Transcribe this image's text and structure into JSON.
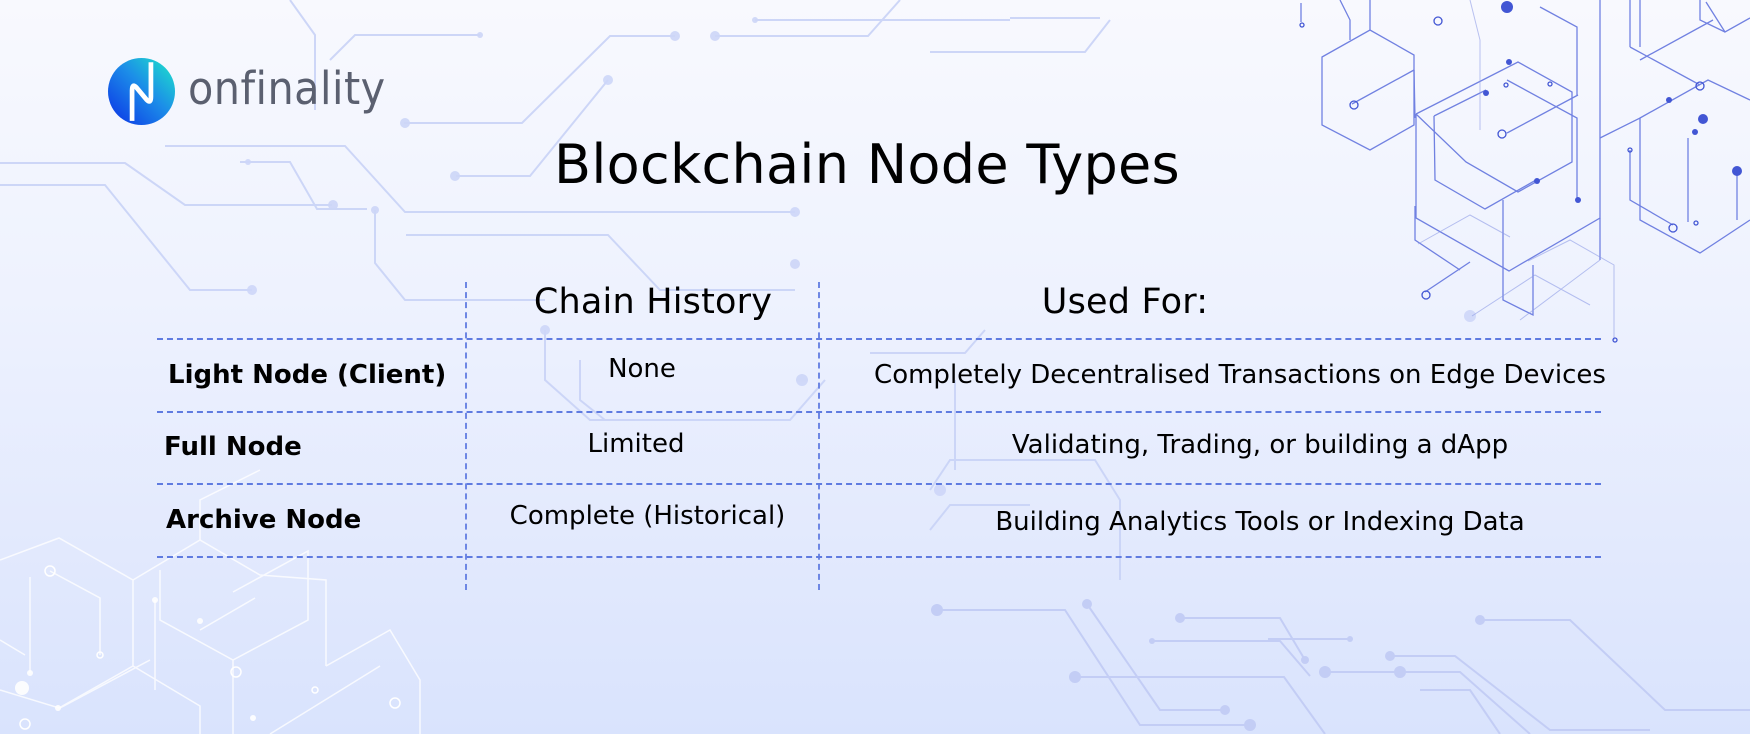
{
  "brand": {
    "name": "onfinality",
    "logo_icon": "onfinality-n-logo",
    "gradient_colors": [
      "#1ee8c8",
      "#0b2fe6"
    ],
    "text_color": "#5b6070"
  },
  "title": "Blockchain Node Types",
  "table": {
    "headers": {
      "row_label": "",
      "chain_history": "Chain History",
      "used_for": "Used For:"
    },
    "rows": [
      {
        "node_type": "Light Node (Client)",
        "chain_history": "None",
        "used_for": "Completely Decentralised Transactions on Edge Devices"
      },
      {
        "node_type": "Full Node",
        "chain_history": "Limited",
        "used_for": "Validating, Trading, or building a dApp"
      },
      {
        "node_type": "Archive Node",
        "chain_history": "Complete (Historical)",
        "used_for": "Building Analytics Tools or Indexing Data"
      }
    ],
    "line_color": "#5f7be0"
  },
  "colors": {
    "background_top": "#f8f9fe",
    "background_bottom": "#d9e3fd",
    "circuit_accent": "#4a5fd6"
  }
}
